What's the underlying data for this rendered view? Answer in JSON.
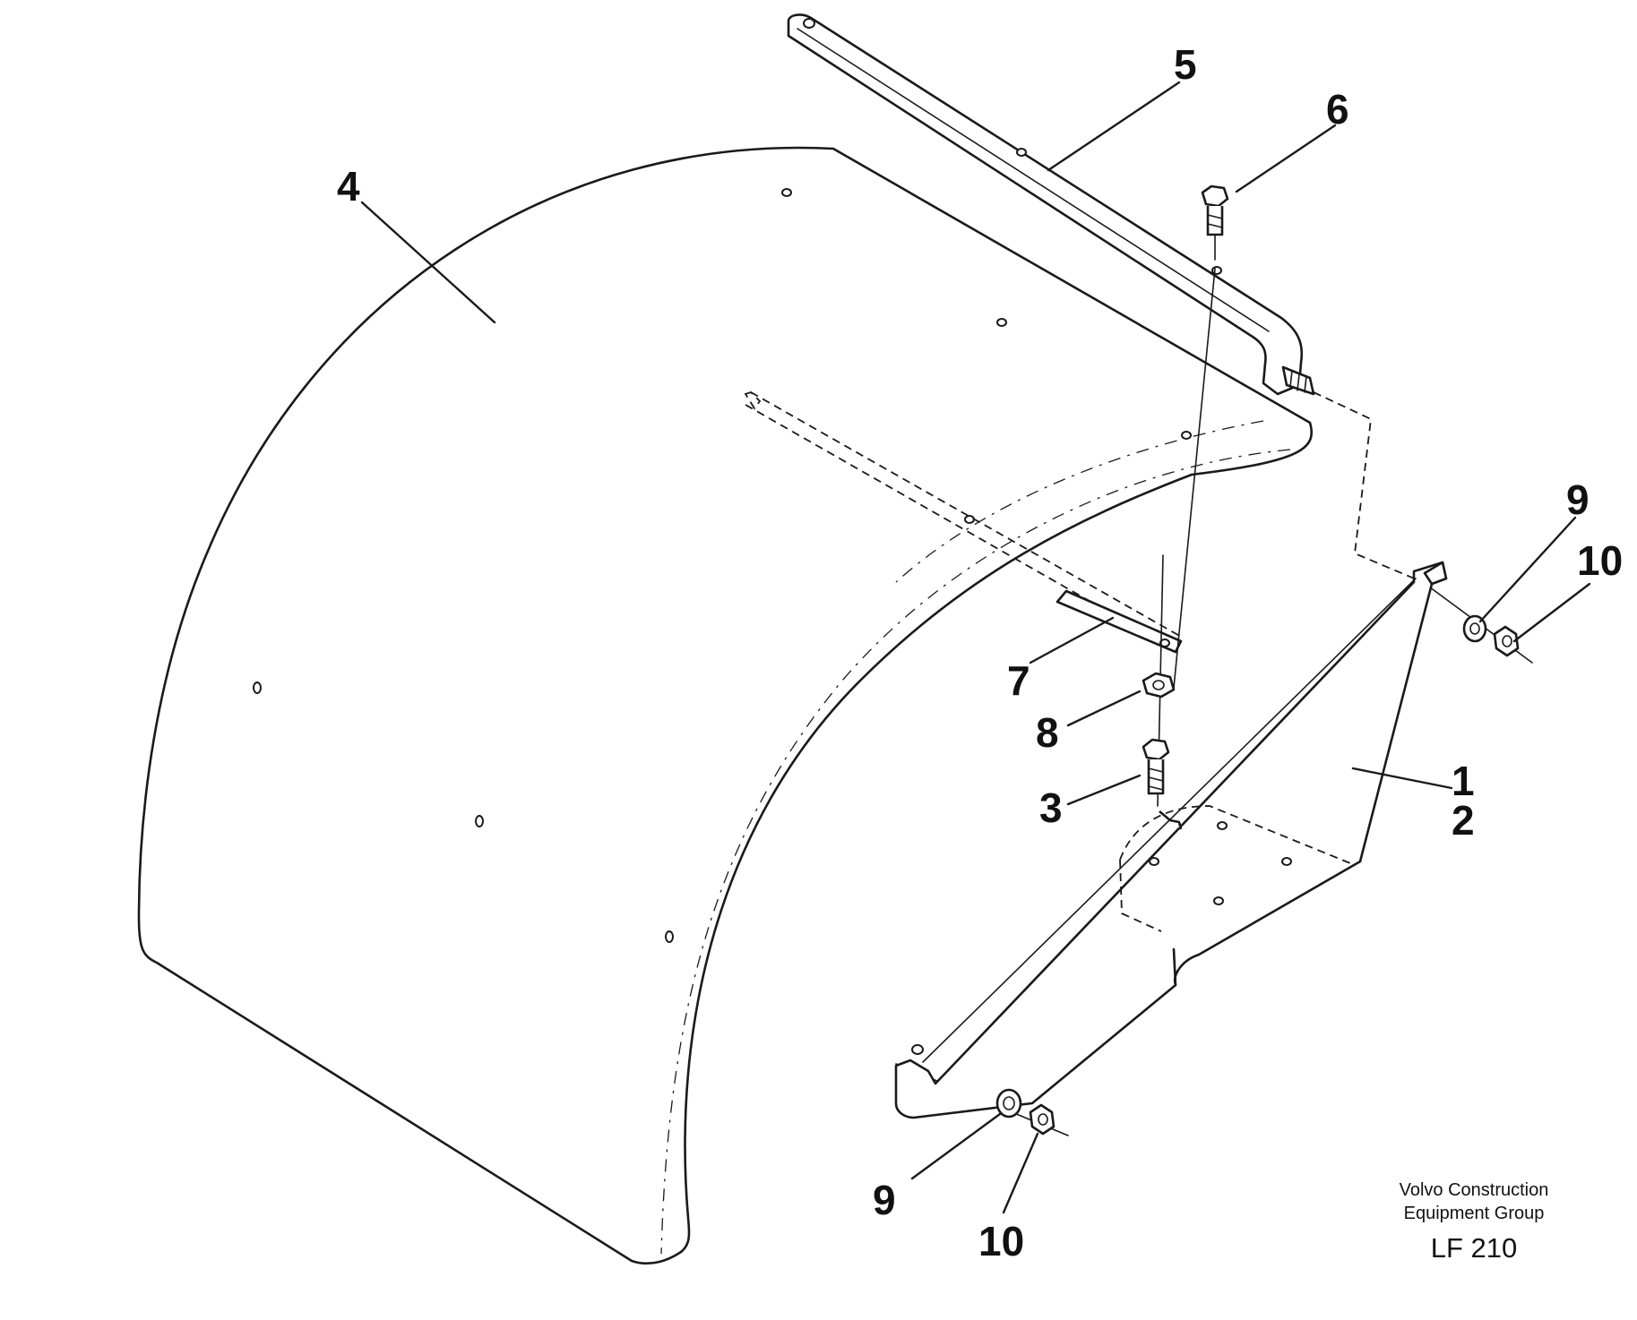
{
  "callouts": {
    "c1": "1",
    "c2": "2",
    "c3": "3",
    "c4": "4",
    "c5": "5",
    "c6": "6",
    "c7": "7",
    "c8": "8",
    "c9_upper": "9",
    "c10_upper": "10",
    "c9_lower": "9",
    "c10_lower": "10"
  },
  "stamp": {
    "line1": "Volvo Construction",
    "line2": "Equipment Group",
    "code": "LF 210"
  }
}
